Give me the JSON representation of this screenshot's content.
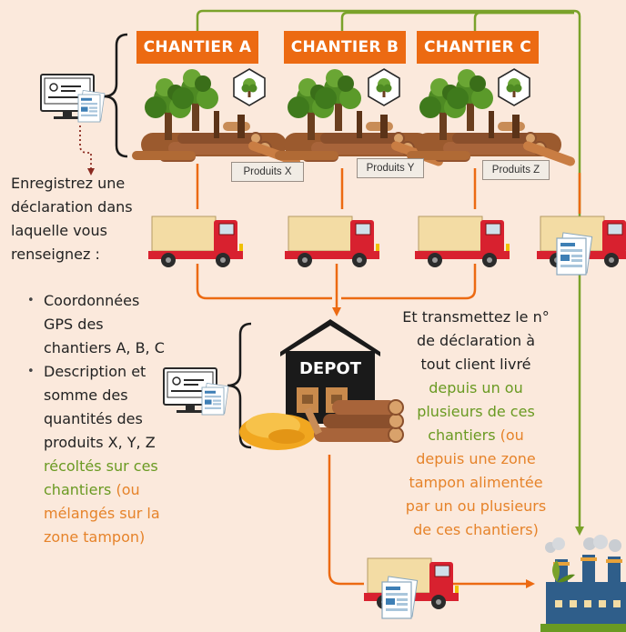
{
  "sites": [
    {
      "label": "CHANTIER A",
      "product": "Produits X"
    },
    {
      "label": "CHANTIER B",
      "product": "Produits Y"
    },
    {
      "label": "CHANTIER C",
      "product": "Produits Z"
    }
  ],
  "depot_label": "DEPOT",
  "left_text": {
    "intro": [
      "Enregistrez une",
      "déclaration dans",
      "laquelle vous",
      "renseignez :"
    ],
    "bullet1": [
      "Coordonnées",
      "GPS des",
      "chantiers A, B, C"
    ],
    "bullet2_black": [
      "Description et",
      "somme des",
      "quantités des",
      "produits X, Y, Z"
    ],
    "bullet2_green": [
      "récoltés sur ces",
      "chantiers"
    ],
    "bullet2_green_orange_tail": "(ou",
    "bullet2_orange": [
      "mélangés sur la",
      "zone tampon)"
    ]
  },
  "right_text": {
    "black": [
      "Et transmettez le n°",
      "de déclaration à",
      "tout client livré"
    ],
    "green": [
      "depuis un ou",
      "plusieurs de ces",
      "chantiers"
    ],
    "green_orange_tail": "(ou",
    "orange": [
      "depuis une zone",
      "tampon alimentée",
      "par un ou plusieurs",
      "de ces chantiers)"
    ]
  },
  "colors": {
    "orange": "#ec6a12",
    "green": "#6a9a22",
    "arrow_orange": "#ec6a12",
    "arrow_green": "#7aa22a",
    "background": "#fbe9dc",
    "truck_box": "#f3dca4",
    "truck_cab": "#d8212f"
  },
  "icons": [
    "tree-hex-icon",
    "computer-document-icon",
    "truck-icon",
    "depot-building-icon",
    "factory-icon",
    "document-icon"
  ]
}
